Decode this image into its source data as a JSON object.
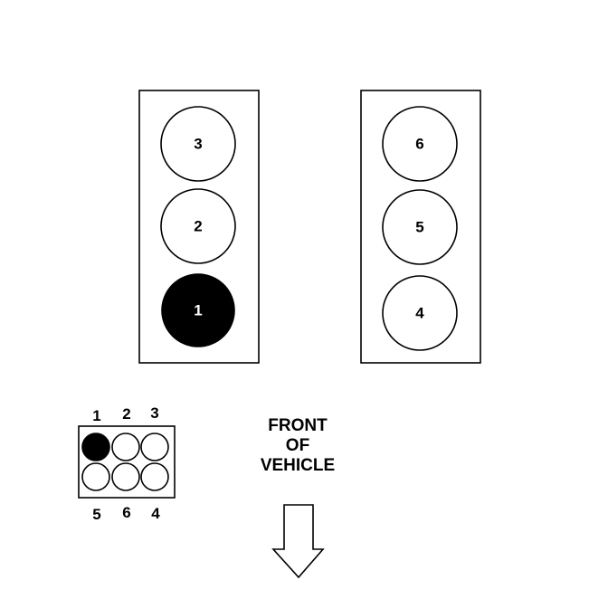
{
  "engine": {
    "left_bank": [
      {
        "number": "3",
        "active": false
      },
      {
        "number": "2",
        "active": false
      },
      {
        "number": "1",
        "active": true
      }
    ],
    "right_bank": [
      {
        "number": "6",
        "active": false
      },
      {
        "number": "5",
        "active": false
      },
      {
        "number": "4",
        "active": false
      }
    ]
  },
  "coil_pack": {
    "top_labels": [
      "1",
      "2",
      "3"
    ],
    "bottom_labels": [
      "5",
      "6",
      "4"
    ],
    "top_row_active": [
      true,
      false,
      false
    ],
    "bottom_row_active": [
      false,
      false,
      false
    ]
  },
  "front": {
    "line1": "FRONT",
    "line2": "OF",
    "line3": "VEHICLE"
  },
  "colors": {
    "ink": "#000000",
    "paper": "#ffffff"
  }
}
